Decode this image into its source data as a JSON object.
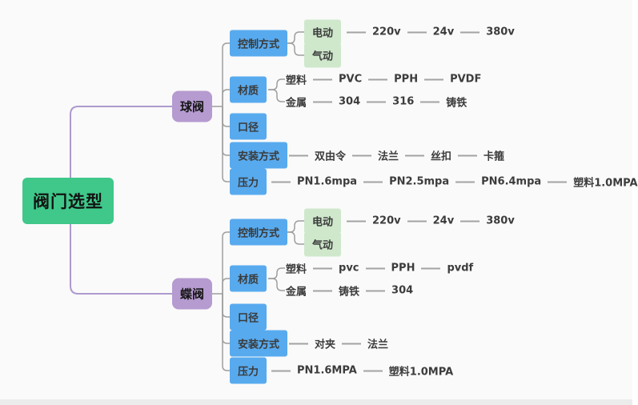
{
  "colors": {
    "background": "#FAFAFA",
    "root_green": "#3FC88A",
    "branch_purple": "#B59BD0",
    "category_blue": "#58AAEE",
    "leaf_green": "#CFE8CC",
    "line_purple": "#AE9ACE",
    "line_gray": "#9E9E9E",
    "text_dark": "#3C3C3C"
  },
  "root": {
    "label": "阀门选型"
  },
  "branches": [
    {
      "label": "球阀",
      "children": [
        {
          "label": "控制方式",
          "children": [
            {
              "label": "电动",
              "children": [
                {
                  "label": "220v"
                },
                {
                  "label": "24v"
                },
                {
                  "label": "380v"
                }
              ]
            },
            {
              "label": "气动",
              "children": []
            }
          ]
        },
        {
          "label": "材质",
          "children": [
            {
              "label": "塑料",
              "children": [
                {
                  "label": "PVC"
                },
                {
                  "label": "PPH"
                },
                {
                  "label": "PVDF"
                }
              ]
            },
            {
              "label": "金属",
              "children": [
                {
                  "label": "304"
                },
                {
                  "label": "316"
                },
                {
                  "label": "铸铁"
                }
              ]
            }
          ]
        },
        {
          "label": "口径",
          "children": []
        },
        {
          "label": "安装方式",
          "children": [
            {
              "label": "双由令"
            },
            {
              "label": "法兰"
            },
            {
              "label": "丝扣"
            },
            {
              "label": "卡箍"
            }
          ]
        },
        {
          "label": "压力",
          "children": [
            {
              "label": "PN1.6mpa"
            },
            {
              "label": "PN2.5mpa"
            },
            {
              "label": "PN6.4mpa"
            },
            {
              "label": "塑料1.0MPA"
            }
          ]
        }
      ]
    },
    {
      "label": "蝶阀",
      "children": [
        {
          "label": "控制方式",
          "children": [
            {
              "label": "电动",
              "children": [
                {
                  "label": "220v"
                },
                {
                  "label": "24v"
                },
                {
                  "label": "380v"
                }
              ]
            },
            {
              "label": "气动",
              "children": []
            }
          ]
        },
        {
          "label": "材质",
          "children": [
            {
              "label": "塑料",
              "children": [
                {
                  "label": "pvc"
                },
                {
                  "label": "PPH"
                },
                {
                  "label": "pvdf"
                }
              ]
            },
            {
              "label": "金属",
              "children": [
                {
                  "label": "铸铁"
                },
                {
                  "label": "304"
                }
              ]
            }
          ]
        },
        {
          "label": "口径",
          "children": []
        },
        {
          "label": "安装方式",
          "children": [
            {
              "label": "对夹"
            },
            {
              "label": "法兰"
            }
          ]
        },
        {
          "label": "压力",
          "children": [
            {
              "label": "PN1.6MPA"
            },
            {
              "label": "塑料1.0MPA"
            }
          ]
        }
      ]
    }
  ]
}
